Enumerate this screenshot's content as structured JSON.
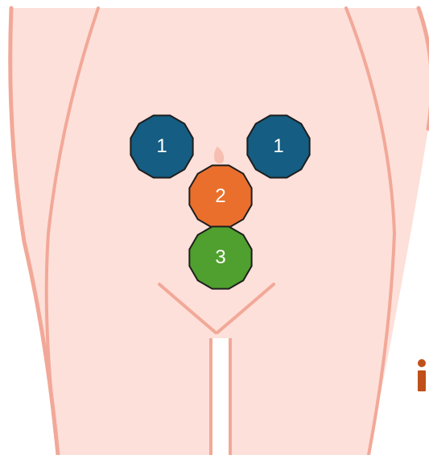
{
  "colors": {
    "skin_fill": "#fde0d9",
    "skin_outline": "#f2a898",
    "marker_stroke": "#1e1e1e",
    "info_icon": "#c0501a"
  },
  "markers": [
    {
      "id": "m1a",
      "label": "1",
      "color": "#155d82"
    },
    {
      "id": "m1b",
      "label": "1",
      "color": "#155d82"
    },
    {
      "id": "m2",
      "label": "2",
      "color": "#ea6f2c"
    },
    {
      "id": "m3",
      "label": "3",
      "color": "#4fa02e"
    }
  ],
  "icons": {
    "info": "info-icon"
  }
}
